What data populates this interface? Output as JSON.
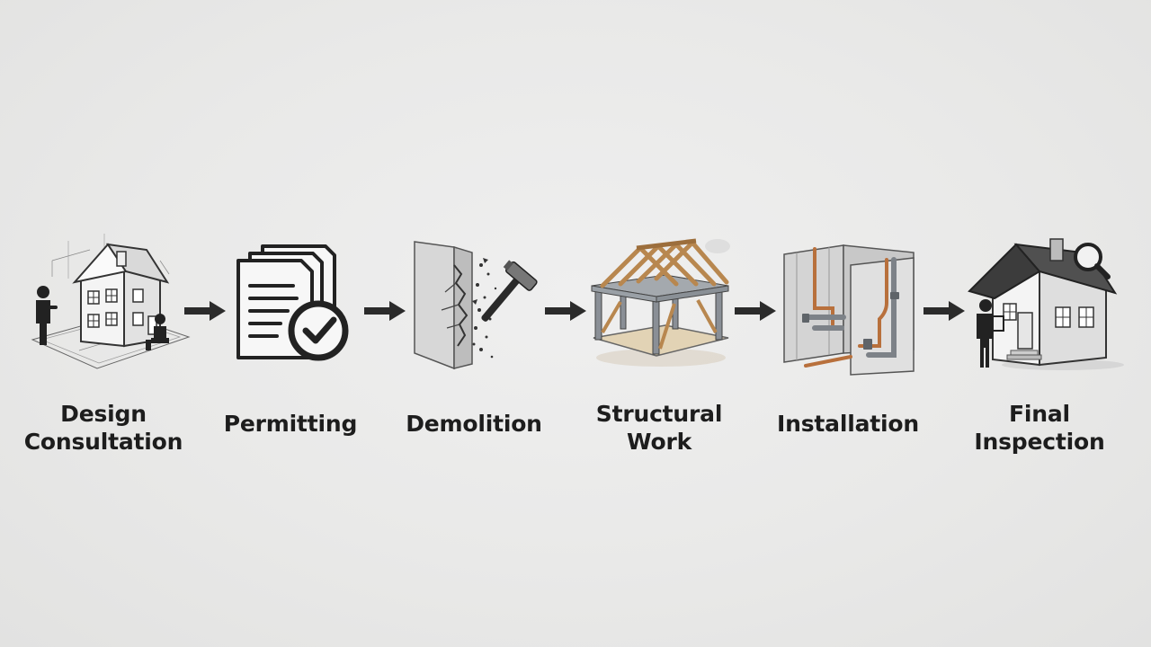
{
  "steps": [
    {
      "label": "Design\nConsultation",
      "icon": "house-blueprint-icon"
    },
    {
      "label": "Permitting",
      "icon": "documents-checkmark-icon"
    },
    {
      "label": "Demolition",
      "icon": "cracked-wall-hammer-icon"
    },
    {
      "label": "Structural\nWork",
      "icon": "timber-frame-icon"
    },
    {
      "label": "Installation",
      "icon": "wall-plumbing-icon"
    },
    {
      "label": "Final\nInspection",
      "icon": "house-inspector-icon"
    }
  ],
  "colors": {
    "background": "#ebebea",
    "arrow": "#2b2b2b",
    "text": "#1d1d1d",
    "wood": "#b8874f",
    "copper": "#b8703c"
  }
}
